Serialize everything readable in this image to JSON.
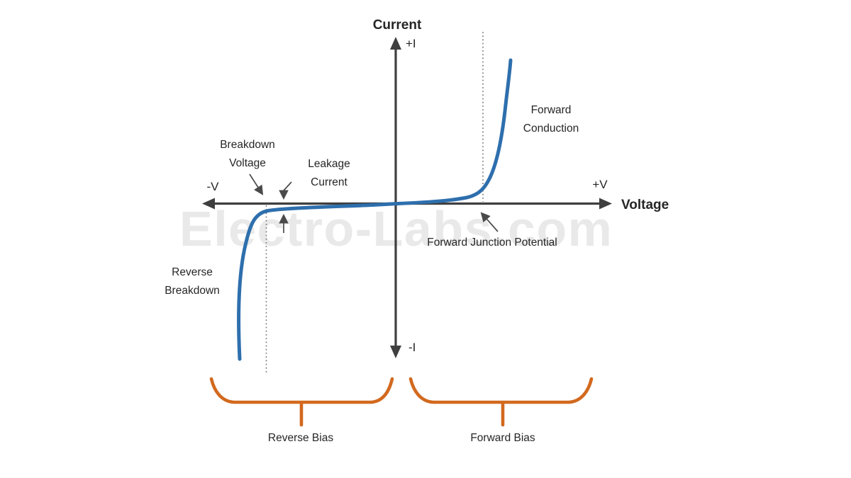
{
  "watermark": "Electro-Labs.com",
  "axes": {
    "y_axis": {
      "title": "Current",
      "positive": "+I",
      "negative": "-I"
    },
    "x_axis": {
      "title": "Voltage",
      "positive": "+V",
      "negative": "-V"
    }
  },
  "labels": {
    "breakdown_voltage": "Breakdown Voltage",
    "leakage_current": "Leakage Current",
    "forward_conduction": "Forward Conduction",
    "forward_junction_potential": "Forward Junction Potential",
    "reverse_breakdown": "Reverse Breakdown",
    "reverse_bias": "Reverse Bias",
    "forward_bias": "Forward Bias"
  },
  "colors": {
    "curve": "#2E6FAD",
    "axis": "#3F3F3F",
    "annotation": "#4A4A4A",
    "brace": "#D2691E",
    "text": "#262626",
    "watermark": "#E9E9E9",
    "background": "#FFFFFF",
    "dotted_line": "#7A7A7A"
  }
}
